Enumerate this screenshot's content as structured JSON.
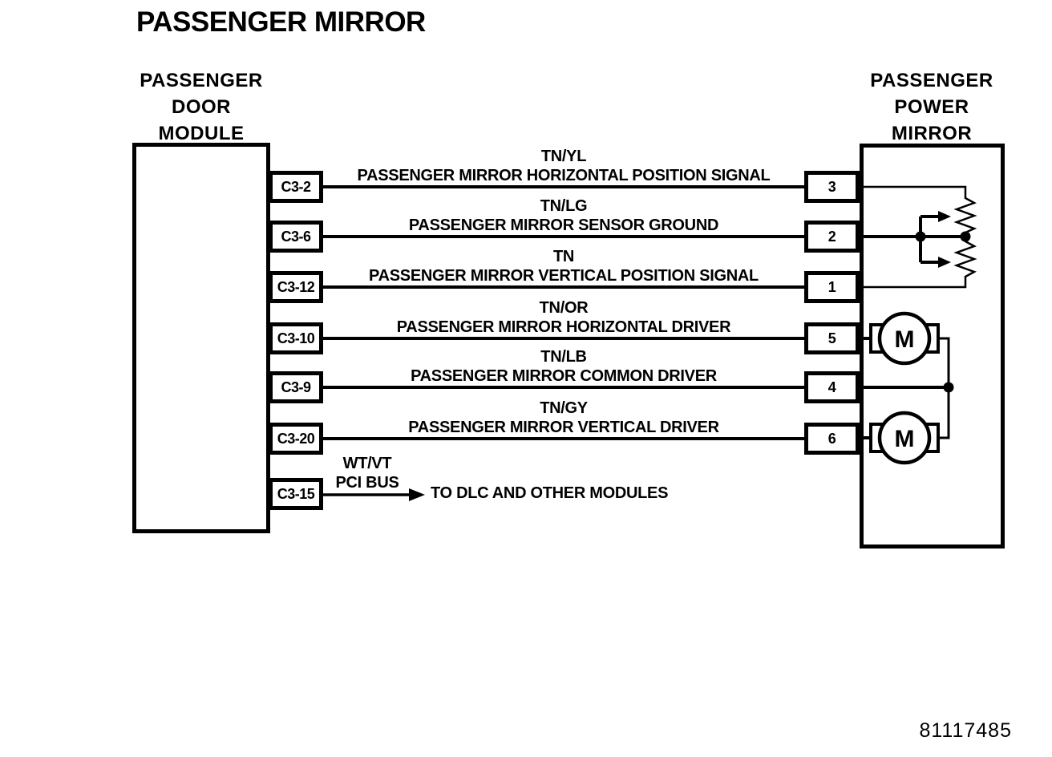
{
  "title": "PASSENGER MIRROR",
  "left_module": {
    "label_lines": [
      "PASSENGER",
      "DOOR",
      "MODULE"
    ]
  },
  "right_module": {
    "label_lines": [
      "PASSENGER",
      "POWER",
      "MIRROR"
    ]
  },
  "rows": [
    {
      "left_pin": "C3-2",
      "color": "TN/YL",
      "name": "PASSENGER MIRROR HORIZONTAL POSITION SIGNAL",
      "right_pin": "3"
    },
    {
      "left_pin": "C3-6",
      "color": "TN/LG",
      "name": "PASSENGER MIRROR SENSOR GROUND",
      "right_pin": "2"
    },
    {
      "left_pin": "C3-12",
      "color": "TN",
      "name": "PASSENGER MIRROR VERTICAL POSITION SIGNAL",
      "right_pin": "1"
    },
    {
      "left_pin": "C3-10",
      "color": "TN/OR",
      "name": "PASSENGER MIRROR HORIZONTAL DRIVER",
      "right_pin": "5"
    },
    {
      "left_pin": "C3-9",
      "color": "TN/LB",
      "name": "PASSENGER MIRROR COMMON DRIVER",
      "right_pin": "4"
    },
    {
      "left_pin": "C3-20",
      "color": "TN/GY",
      "name": "PASSENGER MIRROR VERTICAL DRIVER",
      "right_pin": "6"
    },
    {
      "left_pin": "C3-15",
      "color": "WT/VT",
      "name": "PCI BUS",
      "arrow_text": "TO DLC AND OTHER MODULES"
    }
  ],
  "symbols": {
    "motor_label": "M"
  },
  "part_number": "81117485",
  "colors": {
    "line": "#000000",
    "background": "#ffffff"
  }
}
